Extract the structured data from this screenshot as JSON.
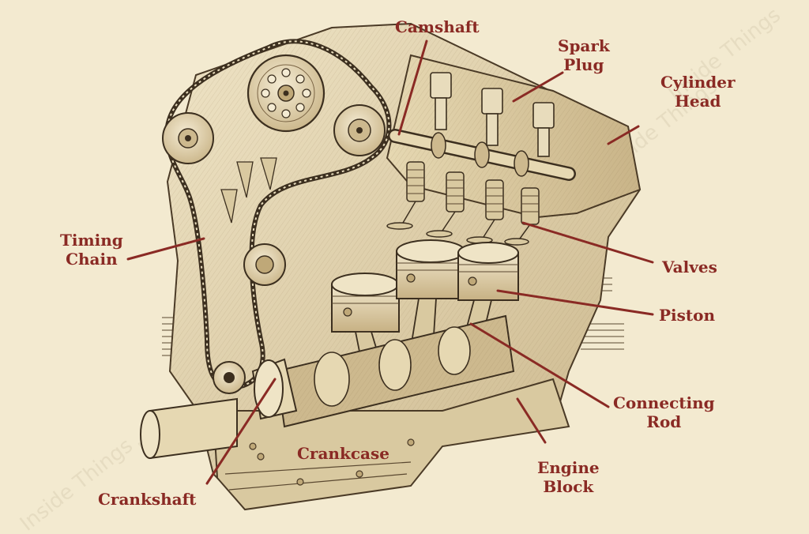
{
  "labels": {
    "camshaft": "Camshaft",
    "spark_plug": [
      "Spark",
      "Plug"
    ],
    "cylinder_head": [
      "Cylinder",
      "Head"
    ],
    "timing_chain": [
      "Timing",
      "Chain"
    ],
    "valves": "Valves",
    "piston": "Piston",
    "connecting_rod": [
      "Connecting",
      "Rod"
    ],
    "crankcase": "Crankcase",
    "engine_block": [
      "Engine",
      "Block"
    ],
    "crankshaft": "Crankshaft"
  },
  "watermark": "Inside Things",
  "colors": {
    "background": "#f3ead0",
    "label": "#8a2a24",
    "leader_line": "#8a2a24",
    "ink": "#4a3a26",
    "metal_light": "#e8dcbc",
    "metal_mid": "#cdbb92",
    "metal_dark": "#a8936a"
  }
}
